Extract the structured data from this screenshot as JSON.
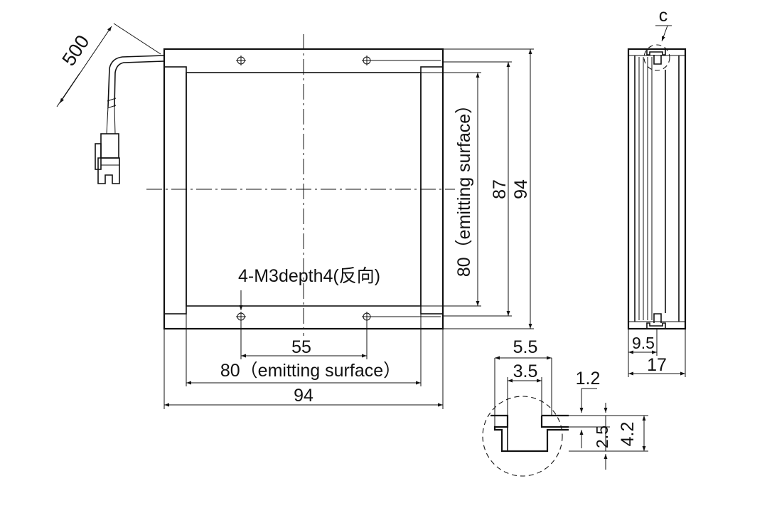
{
  "colors": {
    "ink": "#111111",
    "background": "#ffffff"
  },
  "labels": {
    "cable_length": "500",
    "screw_spec": "4-M3depth4(反向)",
    "hole_pitch": "55",
    "emit_width": "80（emitting surface）",
    "overall_width": "94",
    "emit_height": "80（emitting surface）",
    "inner_height": "87",
    "overall_height": "94",
    "detail_marker": "c",
    "side_offset": "9.5",
    "side_depth": "17",
    "slot_outer": "5.5",
    "slot_inner": "3.5",
    "slot_lip": "1.2",
    "slot_gap": "2.5",
    "slot_depth": "4.2"
  }
}
